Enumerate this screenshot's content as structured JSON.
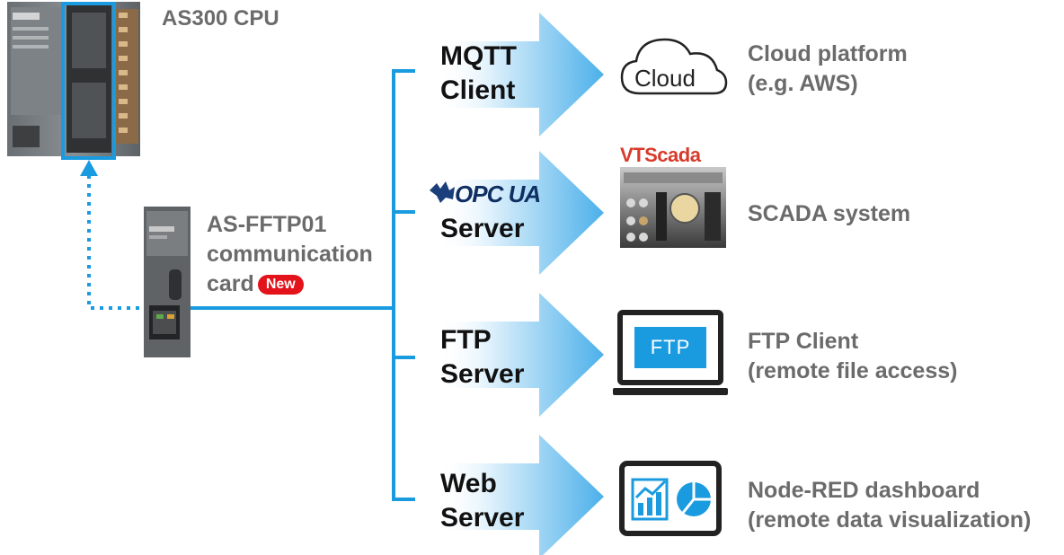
{
  "cpu": {
    "label": "AS300 CPU"
  },
  "card": {
    "line1": "AS-FFTP01",
    "line2": "communication",
    "line3": "card",
    "badge": "New"
  },
  "branches": [
    {
      "protocol_line1": "MQTT",
      "protocol_line2": "Client",
      "target_line1": "Cloud platform",
      "target_line2": "(e.g. AWS)",
      "icon_text": "Cloud"
    },
    {
      "protocol_logo": "OPC UA",
      "protocol_line2": "Server",
      "target_line1": "SCADA system",
      "target_line2": "",
      "icon_text": "VTScada"
    },
    {
      "protocol_line1": "FTP",
      "protocol_line2": "Server",
      "target_line1": "FTP Client",
      "target_line2": "(remote file access)",
      "icon_text": "FTP"
    },
    {
      "protocol_line1": "Web",
      "protocol_line2": "Server",
      "target_line1": "Node-RED dashboard",
      "target_line2": "(remote data visualization)",
      "icon_text": ""
    }
  ],
  "colors": {
    "accent_blue": "#1a9be0",
    "arrow_light": "#d8eefb",
    "arrow_dark": "#4cb0ea",
    "badge_red": "#e3121b",
    "text_gray": "#6b6b6b"
  }
}
